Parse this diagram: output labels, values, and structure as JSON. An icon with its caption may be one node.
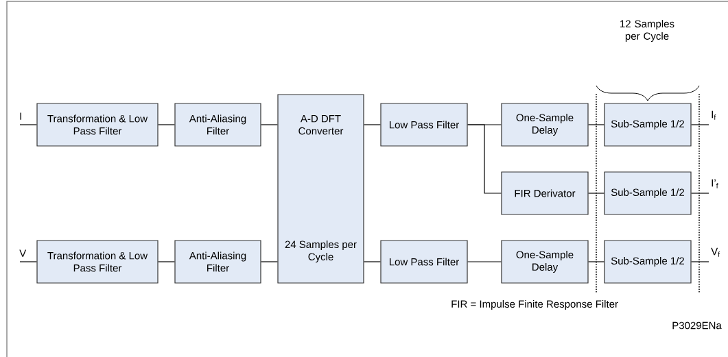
{
  "diagram": {
    "nodes": [
      {
        "text": [
          "I"
        ]
      },
      {
        "text": [
          "Transformation & Low Pass Filter"
        ]
      },
      {
        "text": [
          "Anti-Aliasing Filter"
        ]
      },
      {
        "text": [
          "A-D DFT Converter",
          "24 Samples per Cycle"
        ]
      },
      {
        "text": [
          "Low Pass Filter"
        ]
      },
      {
        "text": [
          "One-Sample Delay"
        ]
      },
      {
        "text": [
          "Sub-Sample 1/2"
        ]
      },
      {
        "text": [
          "I$_{f}$"
        ]
      },
      {
        "text": [
          "FIR Derivator"
        ]
      },
      {
        "text": [
          "Sub-Sample 1/2"
        ]
      },
      {
        "text": [
          "I’$_{f}$"
        ]
      },
      {
        "text": [
          "V"
        ]
      },
      {
        "text": [
          "Transformation & Low Pass Filter"
        ]
      },
      {
        "text": [
          "Anti-Aliasing Filter"
        ]
      },
      {
        "text": [
          "Low Pass Filter"
        ]
      },
      {
        "text": [
          "One-Sample Delay"
        ]
      },
      {
        "text": [
          "Sub-Sample 1/2"
        ]
      },
      {
        "text": [
          "V$_{f}$"
        ]
      }
    ],
    "edges": [
      {
        "from": 0,
        "to": 1,
        "arrow": "none"
      },
      {
        "from": 1,
        "to": 2,
        "arrow": "none"
      },
      {
        "from": 2,
        "to": 3,
        "arrow": "none"
      },
      {
        "from": 3,
        "to": 4,
        "arrow": "none"
      },
      {
        "from": 4,
        "to": 5,
        "arrow": "none"
      },
      {
        "from": 4,
        "to": 8,
        "arrow": "none"
      },
      {
        "from": 5,
        "to": 6,
        "arrow": "none"
      },
      {
        "from": 6,
        "to": 7,
        "arrow": "none"
      },
      {
        "from": 8,
        "to": 9,
        "arrow": "none"
      },
      {
        "from": 9,
        "to": 10,
        "arrow": "none"
      },
      {
        "from": 11,
        "to": 12,
        "arrow": "none"
      },
      {
        "from": 12,
        "to": 13,
        "arrow": "none"
      },
      {
        "from": 13,
        "to": 3,
        "arrow": "none"
      },
      {
        "from": 3,
        "to": 14,
        "arrow": "none"
      },
      {
        "from": 14,
        "to": 15,
        "arrow": "none"
      },
      {
        "from": 15,
        "to": 16,
        "arrow": "none"
      },
      {
        "from": 16,
        "to": 17,
        "arrow": "none"
      }
    ],
    "labels": [
      "12 Samples per Cycle",
      "FIR = Impulse Finite Response Filter",
      "P3029ENa"
    ]
  }
}
